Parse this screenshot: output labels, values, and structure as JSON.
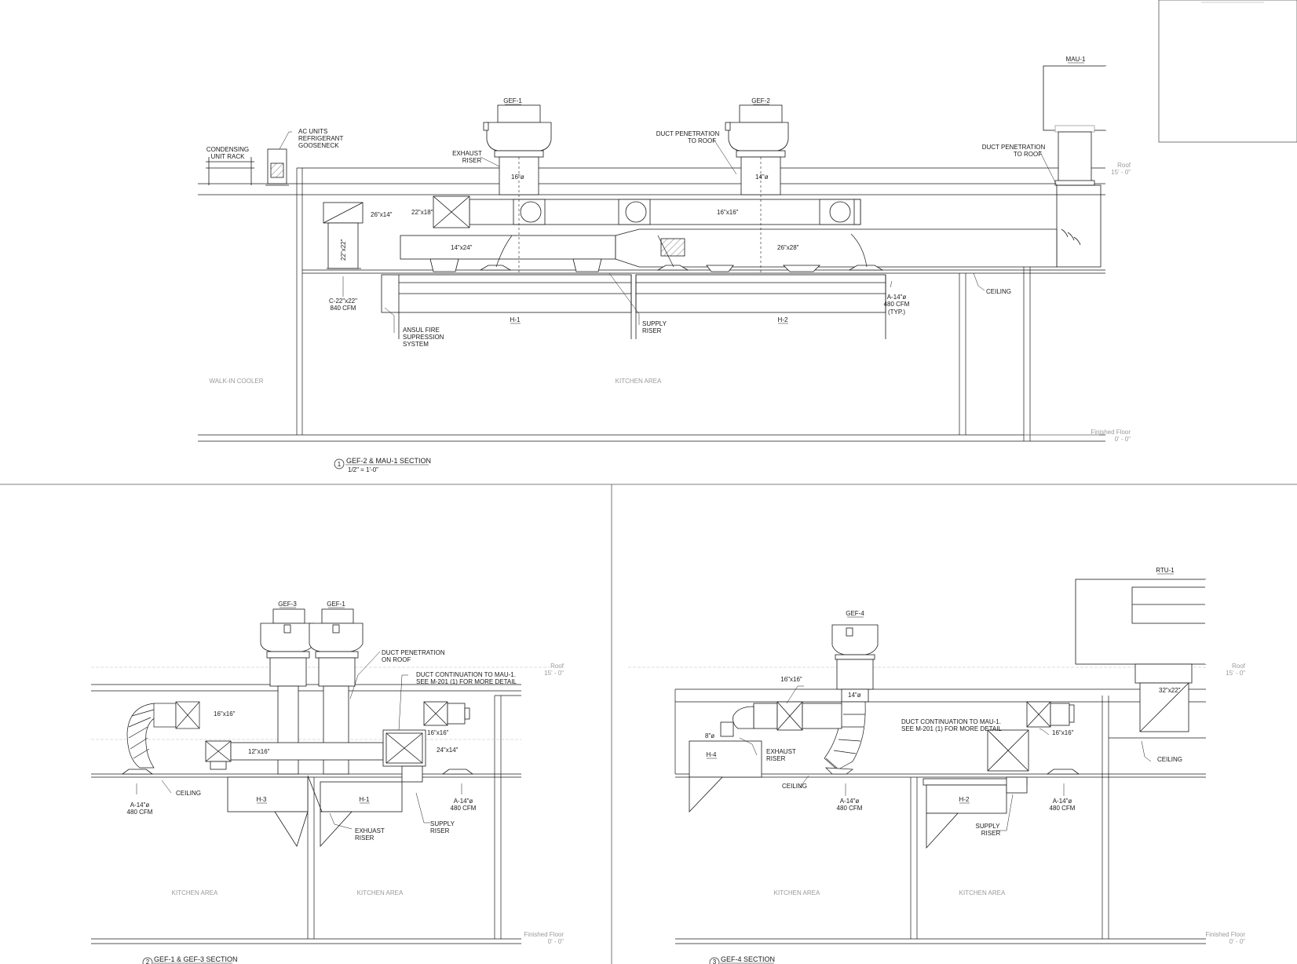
{
  "colors": {
    "line": "#1a1a1a",
    "faint": "#9a9a9a",
    "bg": "#ffffff"
  },
  "section1": {
    "title": "GEF-2 & MAU-1 SECTION",
    "number": "1",
    "scale": "1/2\" = 1'-0\"",
    "units": {
      "gef1": "GEF-1",
      "gef2": "GEF-2",
      "mau1": "MAU-1",
      "h1": "H-1",
      "h2": "H-2"
    },
    "condensing": [
      "CONDENSING",
      "UNIT RACK"
    ],
    "ac_units": [
      "AC UNITS",
      "REFRIGERANT",
      "GOOSENECK"
    ],
    "exhaust_riser": [
      "EXHAUST",
      "RISER"
    ],
    "duct_pen_1": [
      "DUCT PENETRATION",
      "TO ROOF"
    ],
    "duct_pen_2": [
      "DUCT PENETRATION",
      "TO ROOF"
    ],
    "sizes": {
      "d16": "16\"ø",
      "d14": "14\"ø",
      "d22x18": "22\"x18\"",
      "d26x14": "26\"x14\"",
      "d22x22": "22\"x22\"",
      "d14x24": "14\"x24\"",
      "d16x16": "16\"x16\"",
      "d26x28": "26\"x28\""
    },
    "c_diffuser": [
      "C-22\"x22\"",
      "840 CFM"
    ],
    "a_diffuser": [
      "A-14\"ø",
      "480 CFM",
      "(TYP.)"
    ],
    "ceiling": "CEILING",
    "ansul": [
      "ANSUL FIRE",
      "SUPRESSION",
      "SYSTEM"
    ],
    "supply_riser": [
      "SUPPLY",
      "RISER"
    ],
    "roof": [
      "Roof",
      "15' - 0\""
    ],
    "floor": [
      "Finished Floor",
      "0' - 0\""
    ],
    "walkin": "WALK-IN COOLER",
    "kitchen": "KITCHEN AREA"
  },
  "section2": {
    "title": "GEF-1 & GEF-3 SECTION",
    "number": "2",
    "units": {
      "gef3": "GEF-3",
      "gef1": "GEF-1",
      "h3": "H-3",
      "h1": "H-1"
    },
    "duct_pen": [
      "DUCT PENETRATION",
      "ON ROOF"
    ],
    "duct_cont": [
      "DUCT CONTINUATION TO MAU-1.",
      "SEE M-201 (1) FOR MORE DETAIL"
    ],
    "sizes": {
      "d16x16a": "16\"x16\"",
      "d12x16": "12\"x16\"",
      "d16x16b": "16\"x16\"",
      "d24x14": "24\"x14\""
    },
    "a_left": [
      "A-14\"ø",
      "480 CFM"
    ],
    "a_right": [
      "A-14\"ø",
      "480 CFM"
    ],
    "ceiling": "CEILING",
    "exhaust_riser": [
      "EXHUAST",
      "RISER"
    ],
    "supply_riser": [
      "SUPPLY",
      "RISER"
    ],
    "roof": [
      "Roof",
      "15' - 0\""
    ],
    "floor": [
      "Finished Floor",
      "0' - 0\""
    ],
    "kitchen_a": "KITCHEN AREA",
    "kitchen_b": "KITCHEN AREA"
  },
  "section3": {
    "title": "GEF-4 SECTION",
    "number": "3",
    "units": {
      "gef4": "GEF-4",
      "rtu1": "RTU-1",
      "h4": "H-4",
      "h2": "H-2"
    },
    "sizes": {
      "d16x16a": "16\"x16\"",
      "d14": "14\"ø",
      "d8": "8\"ø",
      "d16x16b": "16\"x16\"",
      "d32x22": "32\"x22\""
    },
    "duct_cont": [
      "DUCT CONTINUATION TO MAU-1.",
      "SEE M-201 (1) FOR MORE DETAIL"
    ],
    "exhaust_riser": [
      "EXHAUST",
      "RISER"
    ],
    "ceiling_a": "CEILING",
    "ceiling_b": "CEILING",
    "a_mid": [
      "A-14\"ø",
      "480 CFM"
    ],
    "a_right": [
      "A-14\"ø",
      "480 CFM"
    ],
    "supply_riser": [
      "SUPPLY",
      "RISER"
    ],
    "roof": [
      "Roof",
      "15' - 0\""
    ],
    "floor": [
      "Finished Floor",
      "0' - 0\""
    ],
    "kitchen_a": "KITCHEN AREA",
    "kitchen_b": "KITCHEN AREA"
  }
}
